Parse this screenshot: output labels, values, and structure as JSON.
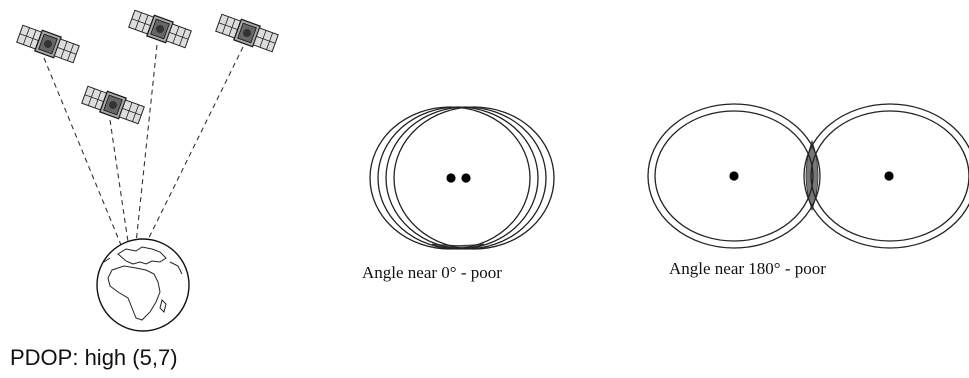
{
  "captions": {
    "pdop": "PDOP: high (5,7)",
    "angle_zero": "Angle near 0° - poor",
    "angle_180": "Angle near 180° - poor"
  },
  "figures": {
    "satellite_icon": "satellite-icon",
    "earth_icon": "earth-globe-icon"
  },
  "colors": {
    "ink": "#111111",
    "overlap_fill": "#777777"
  }
}
